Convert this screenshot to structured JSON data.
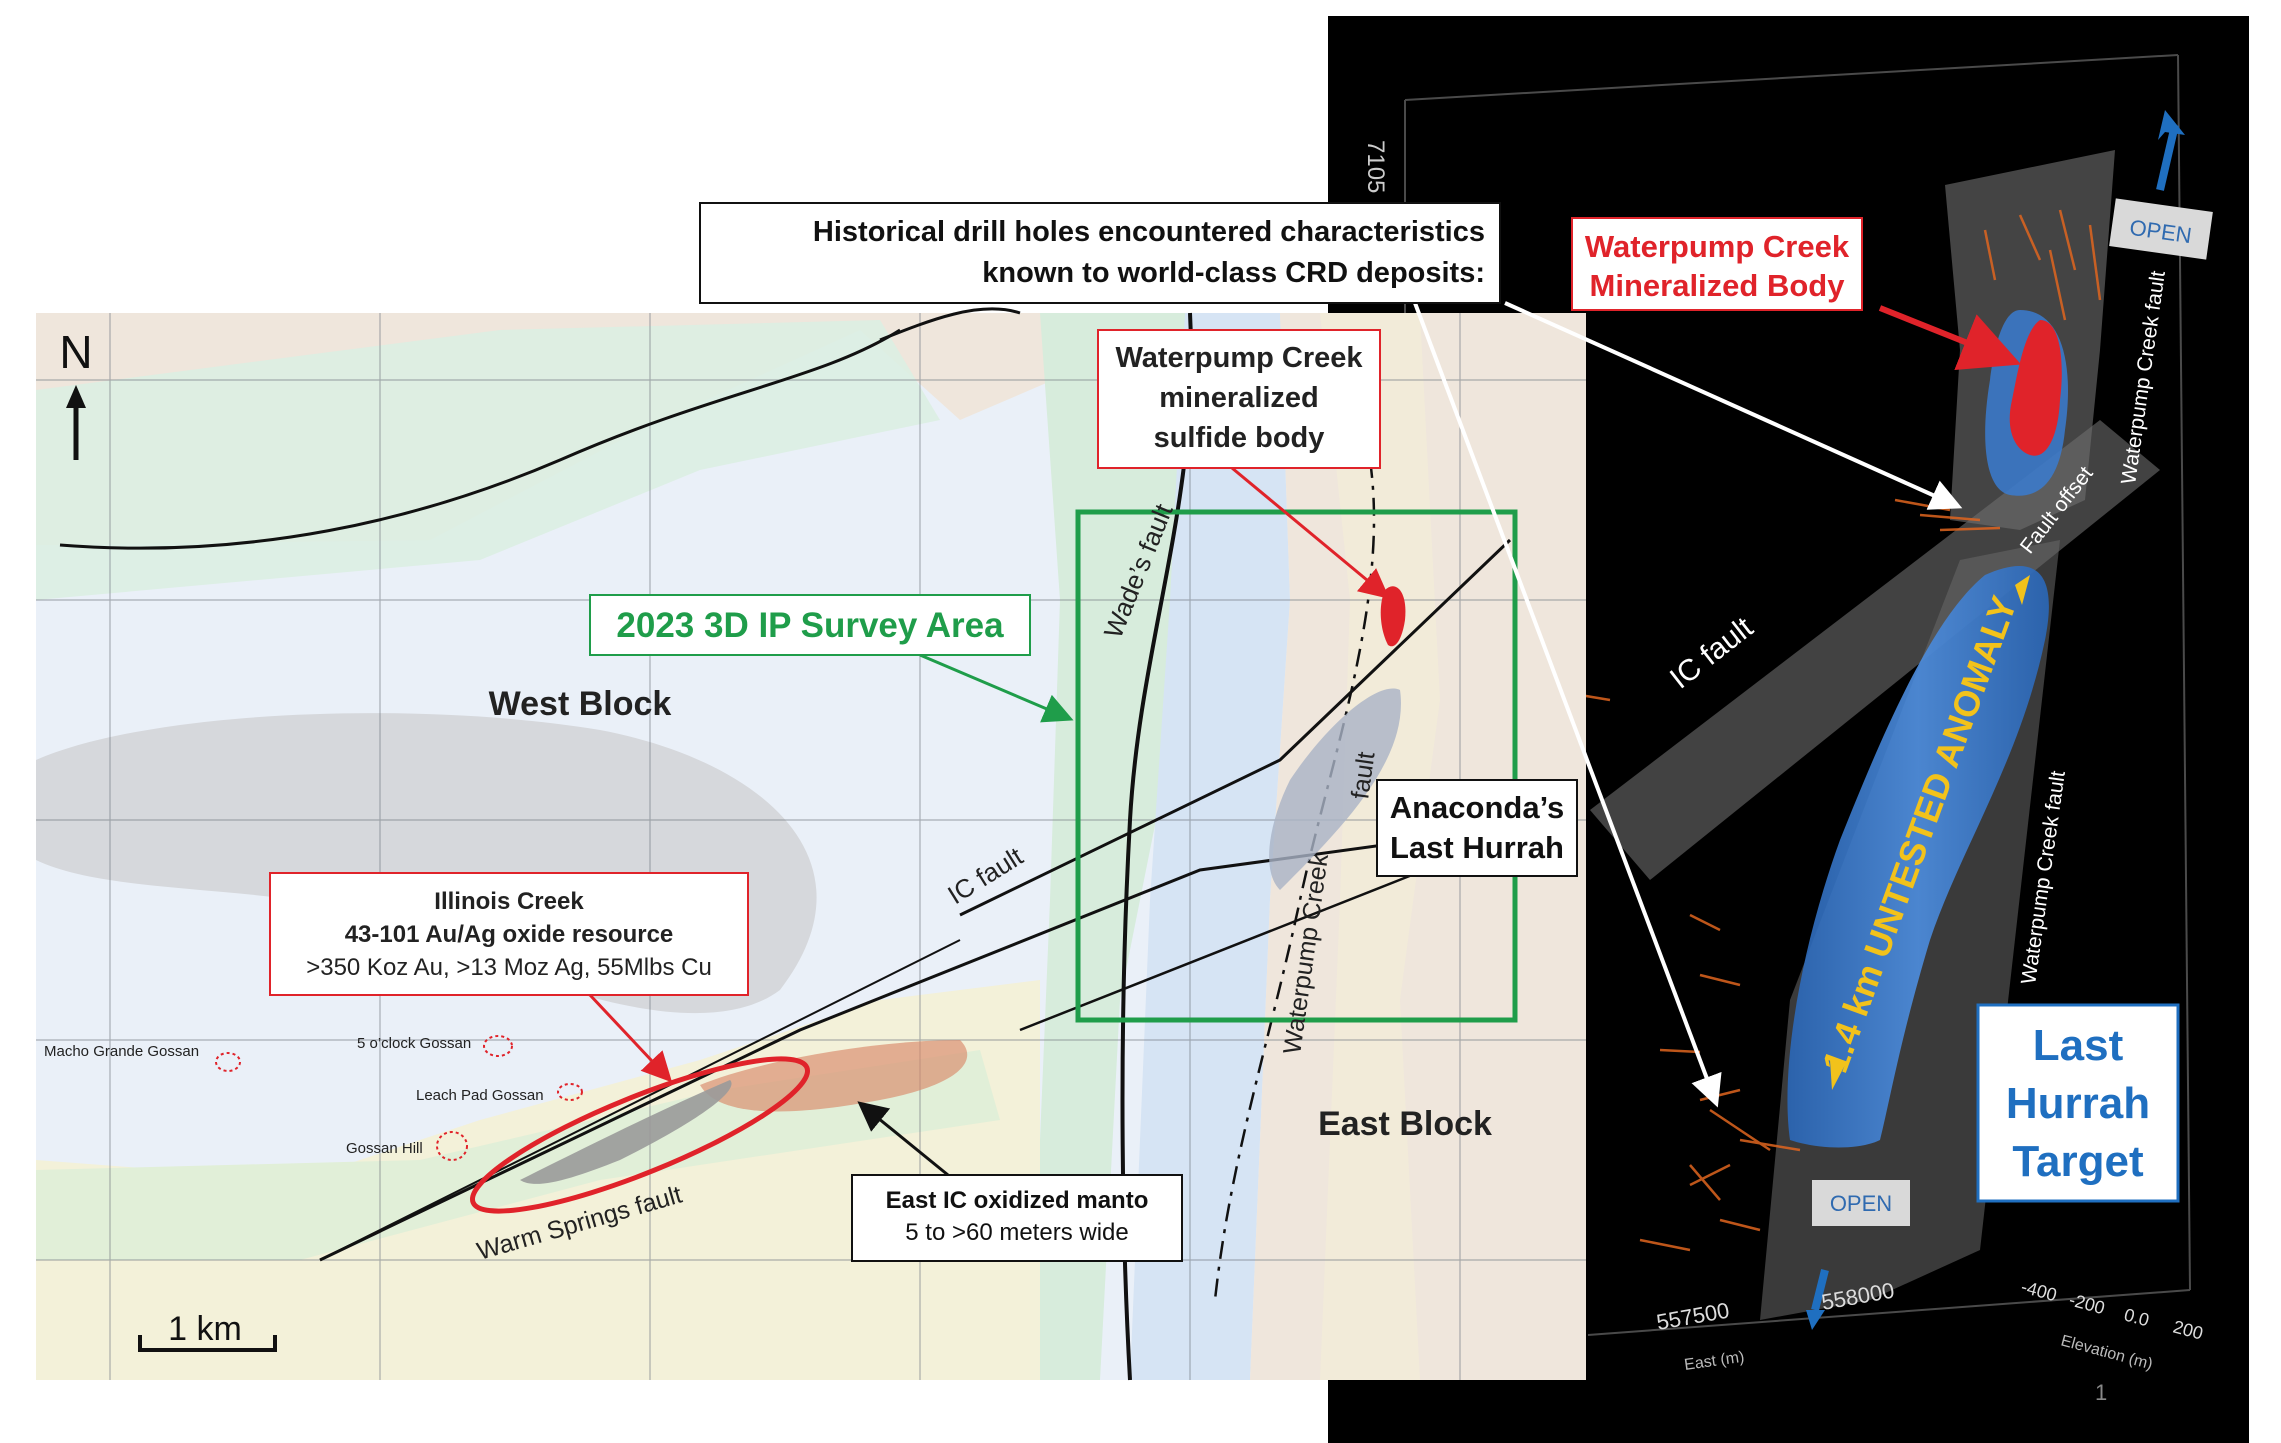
{
  "callouts": {
    "historical_line1": "Historical drill holes encountered characteristics",
    "historical_line2": "known to world-class CRD deposits:",
    "waterpump_body_line1": "Waterpump Creek",
    "waterpump_body_line2": "mineralized",
    "waterpump_body_line3": "sulfide body",
    "survey_area": "2023 3D IP Survey Area",
    "anaconda_line1": "Anaconda’s",
    "anaconda_line2": "Last Hurrah",
    "illinois_line1": "Illinois Creek",
    "illinois_line2": "43-101 Au/Ag oxide resource",
    "illinois_line3": ">350 Koz Au, >13 Moz Ag, 55Mlbs Cu",
    "east_ic_line1": "East IC oxidized manto",
    "east_ic_line2": "5 to >60 meters wide"
  },
  "map": {
    "north_label": "N",
    "scale_label": "1 km",
    "west_block": "West Block",
    "east_block": "East Block",
    "wades_fault": "Wade’s fault",
    "ic_fault": "IC fault",
    "waterpump_creek_fault": "Waterpump  Creek",
    "fault_word": "fault",
    "warm_springs_fault": "Warm Springs fault",
    "macho_grande": "Macho Grande Gossan",
    "five_oclock": "5 o’clock Gossan",
    "leach_pad": "Leach Pad Gossan",
    "gossan_hill": "Gossan Hill"
  },
  "model3d": {
    "axis_top_fragment": "7105",
    "mineralized_line1": "Waterpump Creek",
    "mineralized_line2": "Mineralized Body",
    "open_top": "OPEN",
    "open_bottom": "OPEN",
    "waterpump_fault_top": "Waterpump Creek fault",
    "fault_offset": "Fault offset",
    "ic_fault": "IC fault",
    "untested_anomaly": "1.4 km UNTESTED ANOMALY",
    "waterpump_fault_bottom": "Waterpump Creek fault",
    "target_line1": "Last",
    "target_line2": "Hurrah",
    "target_line3": "Target",
    "east_tick1": "557500",
    "east_tick2": "558000",
    "east_axis": "East (m)",
    "elev_ticks": [
      "-400",
      "-200",
      "0.0",
      "200"
    ],
    "elev_axis": "Elevation (m)",
    "page_number": "1"
  },
  "colors": {
    "survey_green": "#1f9d4a",
    "callout_red": "#e0232a",
    "target_blue": "#1f6fc0",
    "anomaly_yellow": "#f2c21b"
  }
}
